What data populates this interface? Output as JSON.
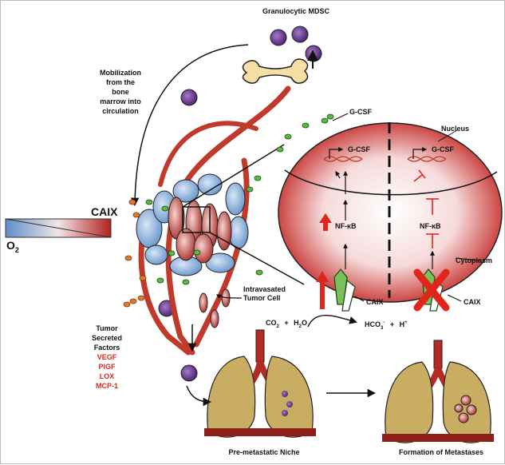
{
  "labels": {
    "granulocytic_mdsc": "Granulocytic MDSC",
    "mobilization": [
      "Mobilization",
      "from the",
      "bone",
      "marrow into",
      "circulation"
    ],
    "g_csf_secreted": "G-CSF",
    "nucleus": "Nucleus",
    "cytoplasm": "Cytoplasm",
    "g_csf_gene_left": "G-CSF",
    "g_csf_gene_right": "G-CSF",
    "nfkb_left": "NF-κB",
    "nfkb_right": "NF-κB",
    "caix_left": "CAIX",
    "caix_right": "CAIX",
    "caix_gradient": "CAIX",
    "oxygen": "O",
    "oxygen_sub": "2",
    "intravasated": [
      "Intravasated",
      "Tumor Cell"
    ],
    "tumor_secreted": [
      "Tumor",
      "Secreted",
      "Factors"
    ],
    "factors": [
      "VEGF",
      "PlGF",
      "LOX",
      "MCP-1"
    ],
    "reaction": {
      "co2": "CO",
      "co2_sub": "2",
      "plus1": "+",
      "h2o": "H",
      "h2o_sub": "2",
      "h2o_o": "O",
      "hco3": "HCO",
      "hco3_sub": "3",
      "hco3_sup": "-",
      "plus2": "+",
      "h": "H",
      "h_sup": "+"
    },
    "pre_metastatic": "Pre-metastatic Niche",
    "metastases": "Formation of Metastases"
  },
  "colors": {
    "tumor_red": "#b52a24",
    "vessel_red": "#c0392b",
    "normoxic_blue": "#7aa6d6",
    "mdsc_purple": "#5b2a86",
    "gcsf_green": "#5cb845",
    "factor_orange": "#e07a2c",
    "lung_tan": "#c9ad62",
    "inhibition_red": "#e0261b"
  }
}
